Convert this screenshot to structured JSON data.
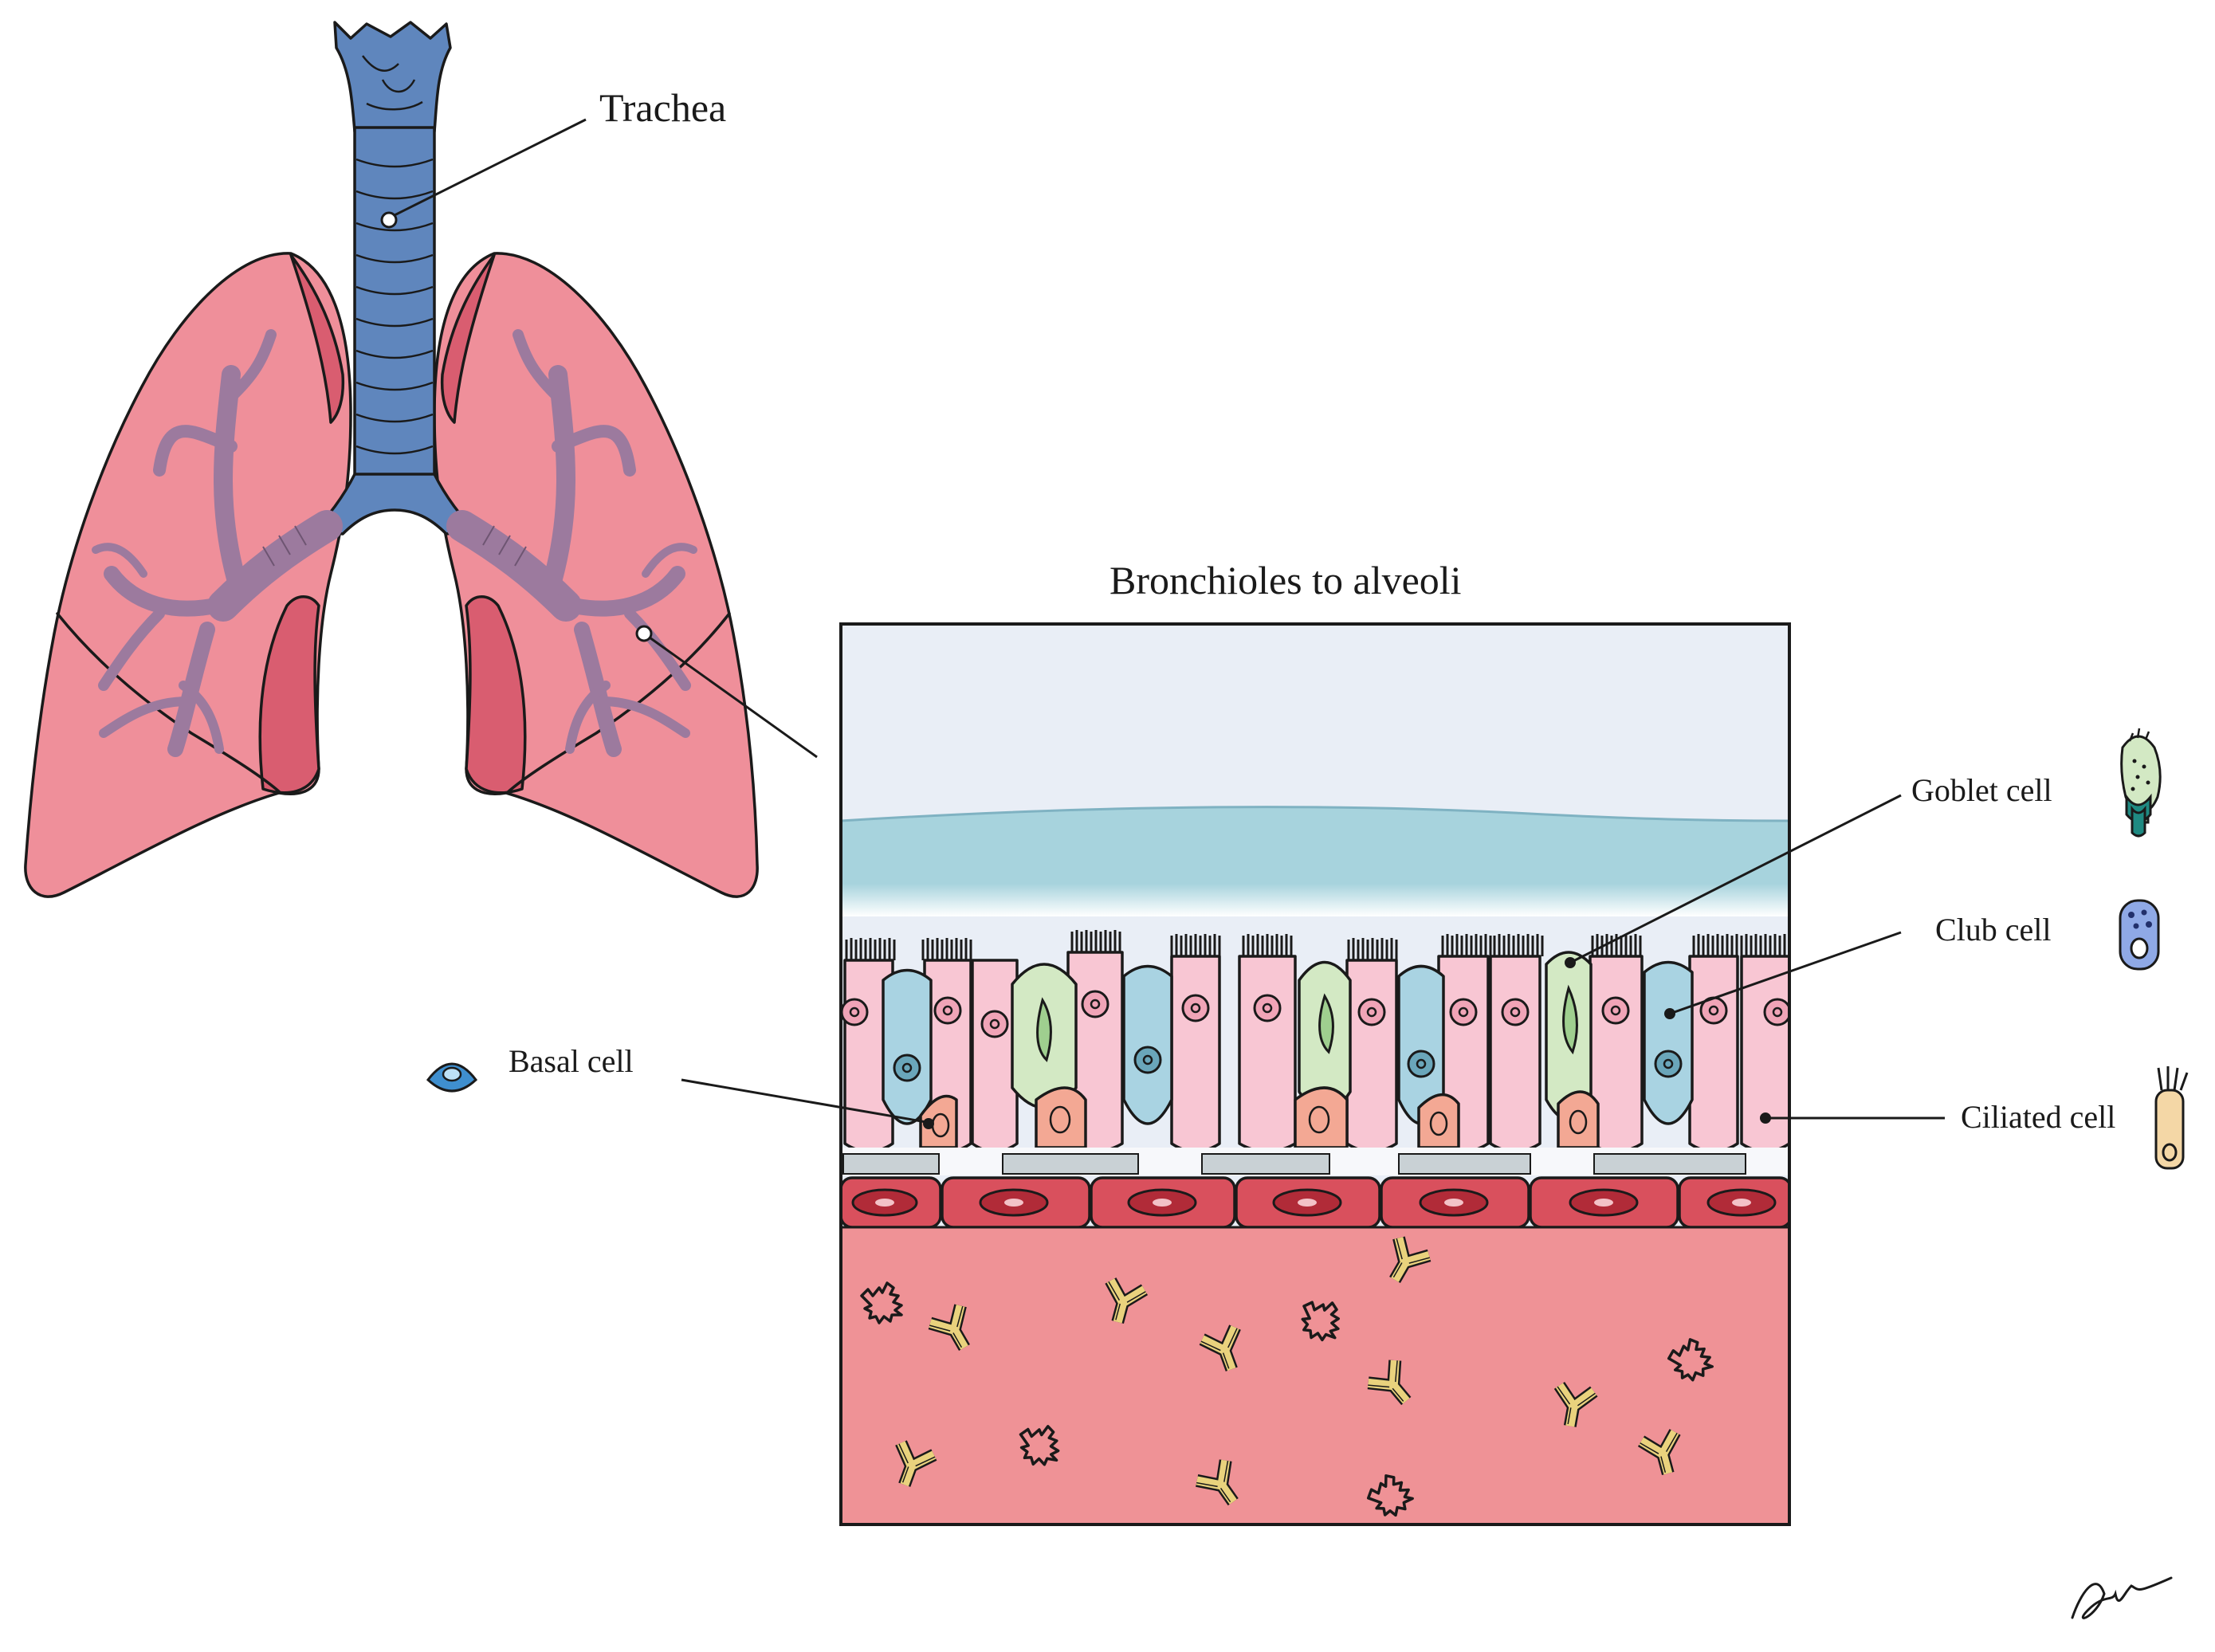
{
  "labels": {
    "trachea": "Trachea",
    "section_title": "Bronchioles to alveoli",
    "goblet": "Goblet cell",
    "club": "Club cell",
    "ciliated": "Ciliated cell",
    "basal": "Basal cell"
  },
  "colors": {
    "lung": "#ef8f9a",
    "lung_dark": "#d95d70",
    "trachea": "#5f86bd",
    "bronchi": "#9c7a9e",
    "lumen": "#e9eef6",
    "mucus": "#a7d3dd",
    "ciliated_cell": "#f8c6d3",
    "club_cell": "#a9d3e2",
    "goblet_cell": "#d3e9c4",
    "basal_cell": "#f3a894",
    "capillary": "#d9505d",
    "tissue": "#ef9296",
    "antibody": "#e9d27d"
  },
  "icons": [
    "goblet-cell-icon",
    "club-cell-icon",
    "ciliated-cell-icon",
    "basal-cell-icon",
    "antibody-icon",
    "signature-mark"
  ]
}
